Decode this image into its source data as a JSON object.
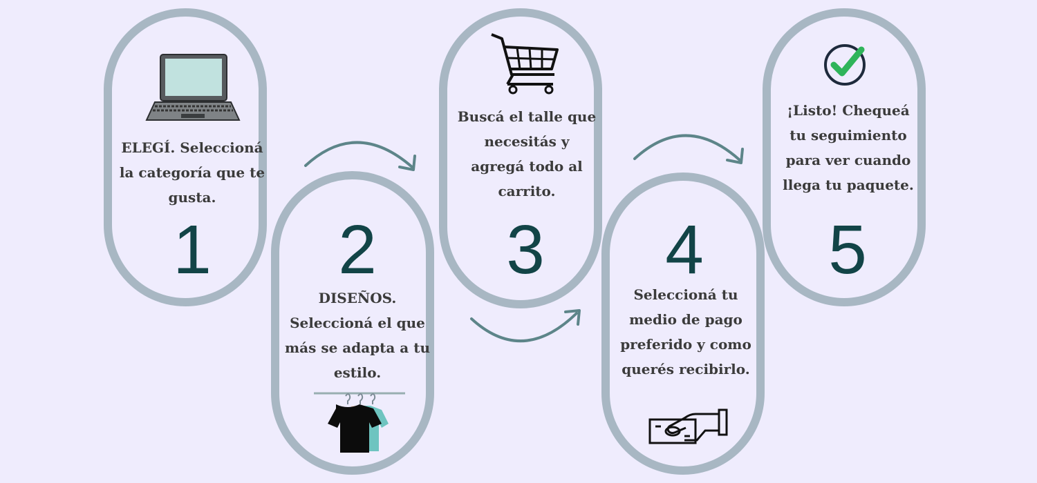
{
  "steps": [
    {
      "number": "1",
      "text": "ELEGÍ. Seleccioná\nla categoría que te\ngusta.",
      "icon": "laptop-icon"
    },
    {
      "number": "2",
      "text": "DISEÑOS.\nSeleccioná el que\nmás se adapta a tu\nestilo.",
      "icon": "clothes-rack-icon"
    },
    {
      "number": "3",
      "text": "Buscá el talle que\nnecesitás y\nagregá todo al\ncarrito.",
      "icon": "shopping-cart-icon"
    },
    {
      "number": "4",
      "text": "Seleccioná tu\nmedio de pago\npreferido y como\nquerés recibirlo.",
      "icon": "hand-money-icon"
    },
    {
      "number": "5",
      "text": "¡Listo! Chequeá\ntu seguimiento\npara ver cuando\nllega tu paquete.",
      "icon": "check-circle-icon"
    }
  ],
  "colors": {
    "background": "#efecfd",
    "pill_border": "#8ca2ac",
    "number": "#124447",
    "text": "#3b3b3b",
    "arrow": "#5d8589",
    "check": "#2fb45a",
    "check_ring": "#1e2a3c"
  }
}
